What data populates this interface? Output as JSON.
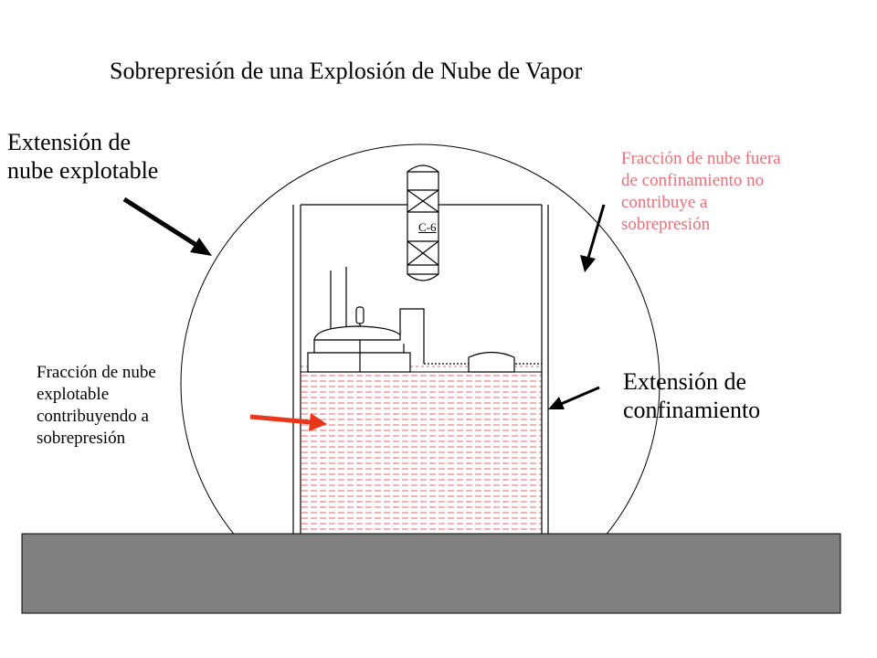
{
  "title": "Sobrepresión de una Explosión de Nube de Vapor",
  "labels": {
    "cloud_extent": [
      "Extensión de",
      "nube explotable"
    ],
    "outside_fraction": [
      "Fracción de nube fuera",
      "de confinamiento no",
      "contribuye a",
      "sobrepresión"
    ],
    "inside_fraction": [
      "Fracción de nube",
      "explotable",
      "contribuyendo a",
      "sobrepresión"
    ],
    "confinement_extent": [
      "Extensión de",
      "confinamiento"
    ],
    "column_tag": "C-6"
  },
  "colors": {
    "outside_text": "#e8707a",
    "inside_arrow": "#e8361a",
    "hatch": "#e06a72",
    "ground": "#808080"
  }
}
